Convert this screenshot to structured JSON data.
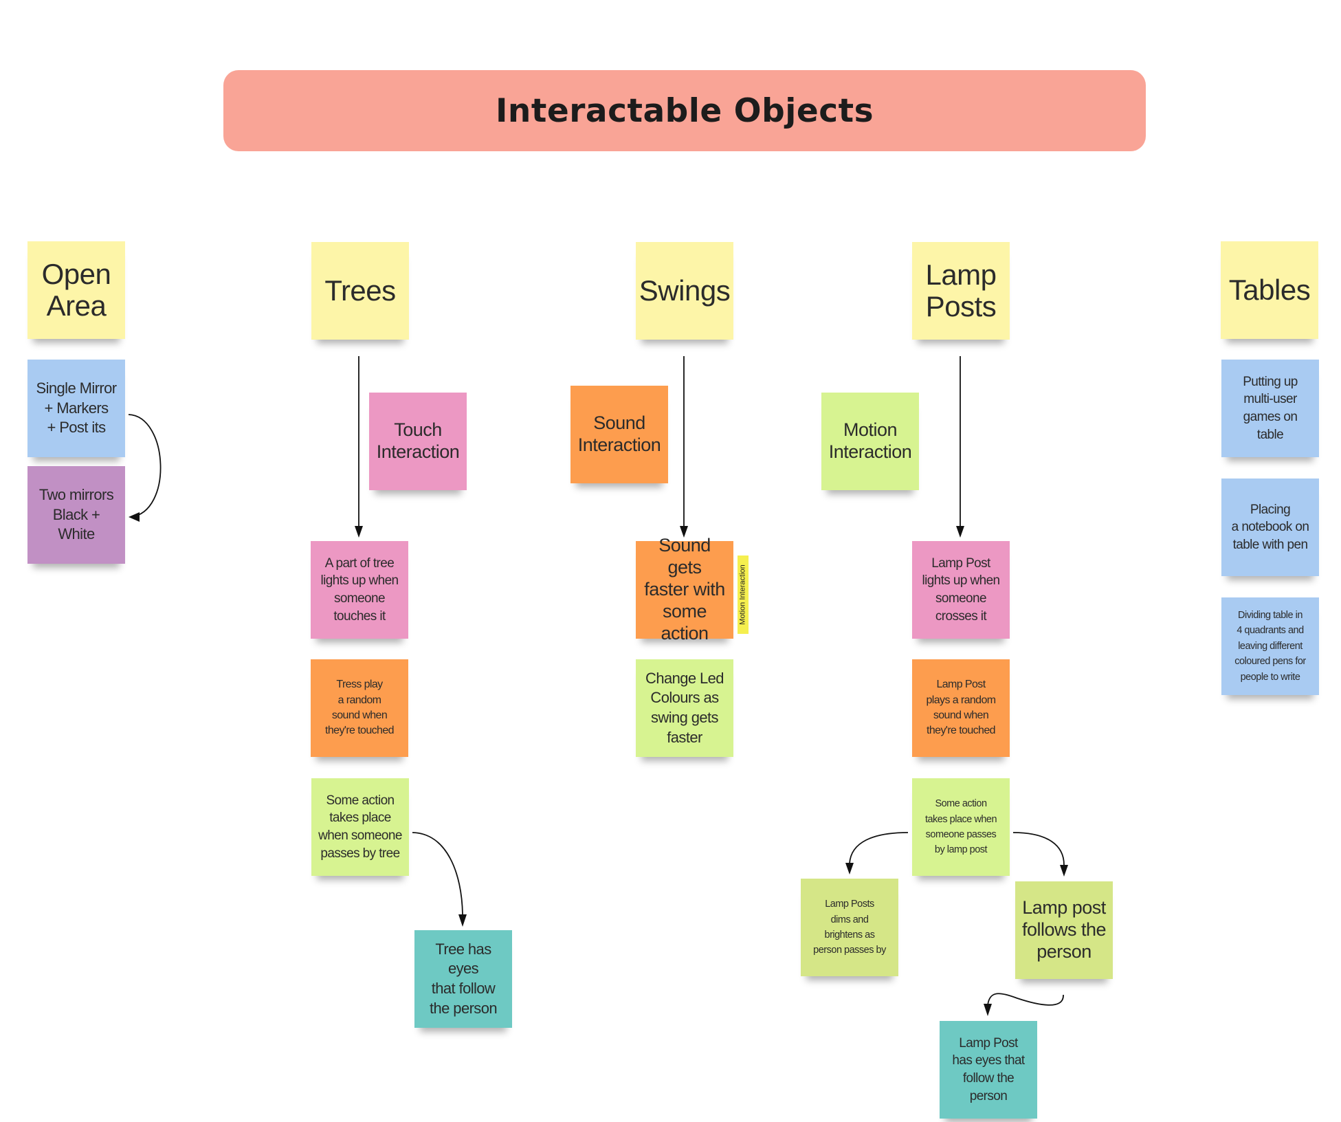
{
  "title": {
    "text": "Interactable Objects",
    "color": "#f9a496"
  },
  "colors": {
    "yellow": "#fdf5a8",
    "blue": "#a9cbf2",
    "purple": "#c190c4",
    "pink": "#ec98c3",
    "orange": "#fd9d4e",
    "green": "#d7f391",
    "olive": "#d5e687",
    "teal": "#6ec9c3",
    "label_yellow": "#f5ef4f"
  },
  "columns": {
    "open_area": {
      "header": "Open\nArea",
      "notes": [
        "Single Mirror\n+ Markers\n+ Post its",
        "Two mirrors\nBlack +\nWhite"
      ]
    },
    "trees": {
      "header": "Trees",
      "category": "Touch\nInteraction",
      "notes": [
        "A part of tree\nlights up when\nsomeone\ntouches it",
        "Tress play\na random\nsound when\nthey're touched",
        "Some action\ntakes place\nwhen someone\npasses by tree",
        "Tree has eyes\nthat follow\nthe person"
      ]
    },
    "swings": {
      "header": "Swings",
      "category": "Sound\nInteraction",
      "notes": [
        "Sound gets\nfaster with\nsome action",
        "Change Led\nColours as\nswing gets\nfaster"
      ],
      "side_label": "Motion Interaction"
    },
    "lamp_posts": {
      "header": "Lamp\nPosts",
      "category": "Motion\nInteraction",
      "notes": [
        "Lamp Post\nlights up when\nsomeone\ncrosses it",
        "Lamp Post\nplays a random\nsound when\nthey're touched",
        "Some action\ntakes place when\nsomeone passes\nby lamp post",
        "Lamp Posts\ndims and\nbrightens as\nperson passes by",
        "Lamp post\nfollows the\nperson",
        "Lamp Post\nhas eyes that\nfollow the\nperson"
      ]
    },
    "tables": {
      "header": "Tables",
      "notes": [
        "Putting up\nmulti-user\ngames on\ntable",
        "Placing\na notebook on\ntable with pen",
        "Dividing table in\n4 quadrants and\nleaving different\ncoloured pens for\npeople to write"
      ]
    }
  }
}
